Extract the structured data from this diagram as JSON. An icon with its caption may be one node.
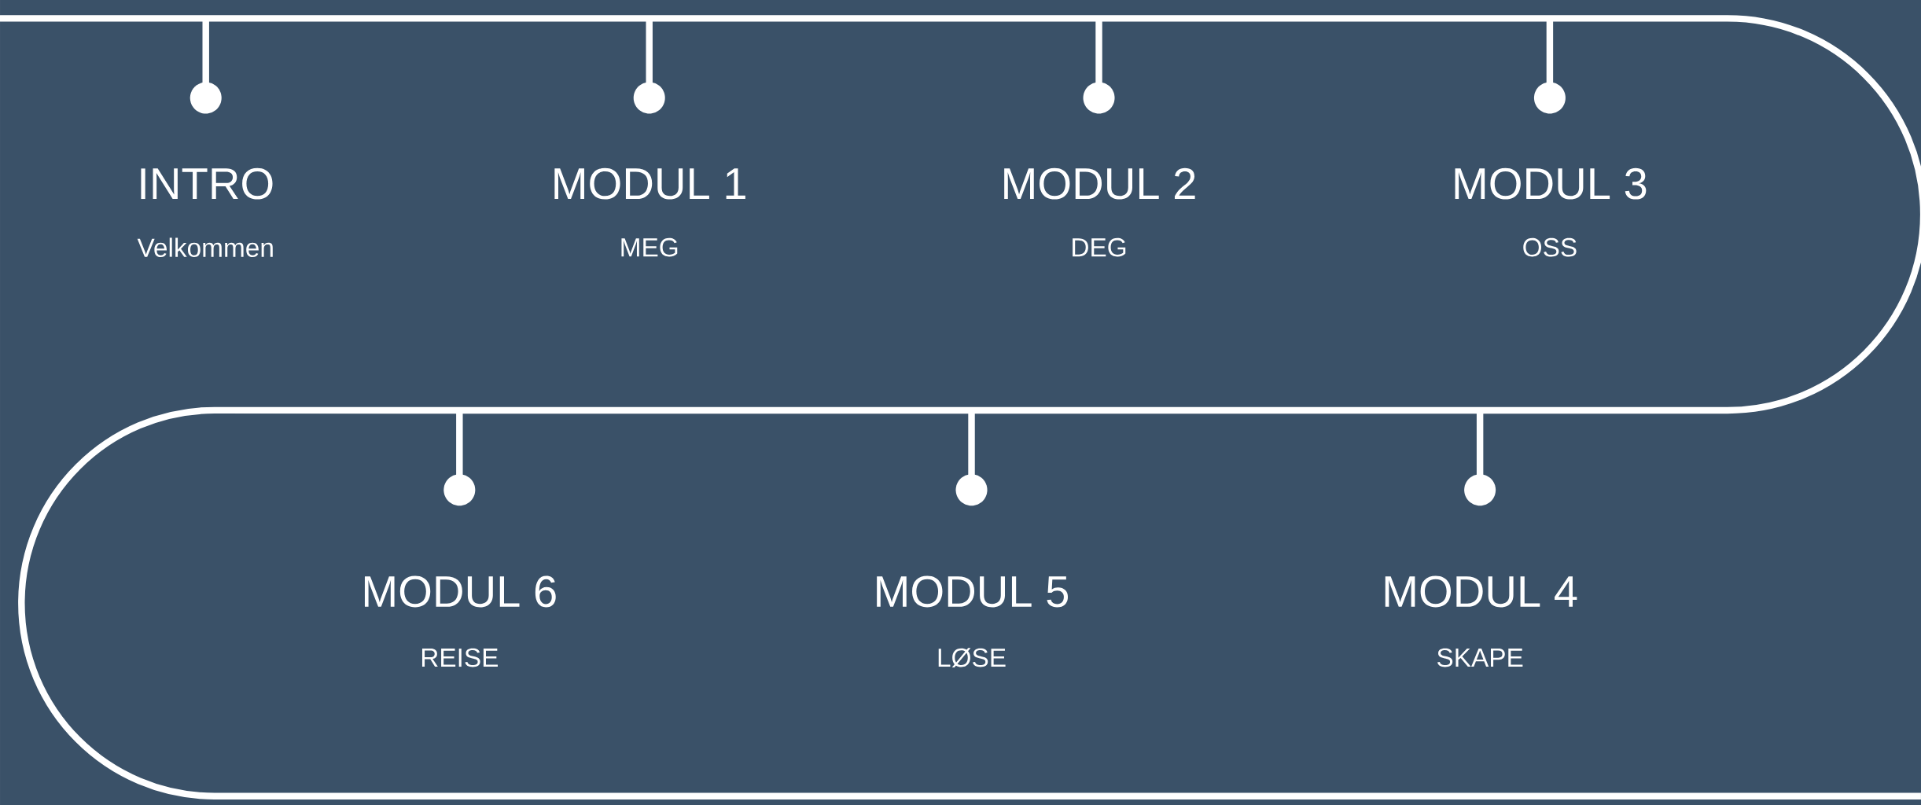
{
  "diagram": {
    "labels": [
      "INTRO",
      "Velkommen",
      "MODUL 1",
      "MEG",
      "MODUL 2",
      "DEG",
      "MODUL 3",
      "OSS",
      "MODUL 6",
      "REISE",
      "MODUL 5",
      "LØSE",
      "MODUL 4",
      "SKAPE"
    ]
  }
}
